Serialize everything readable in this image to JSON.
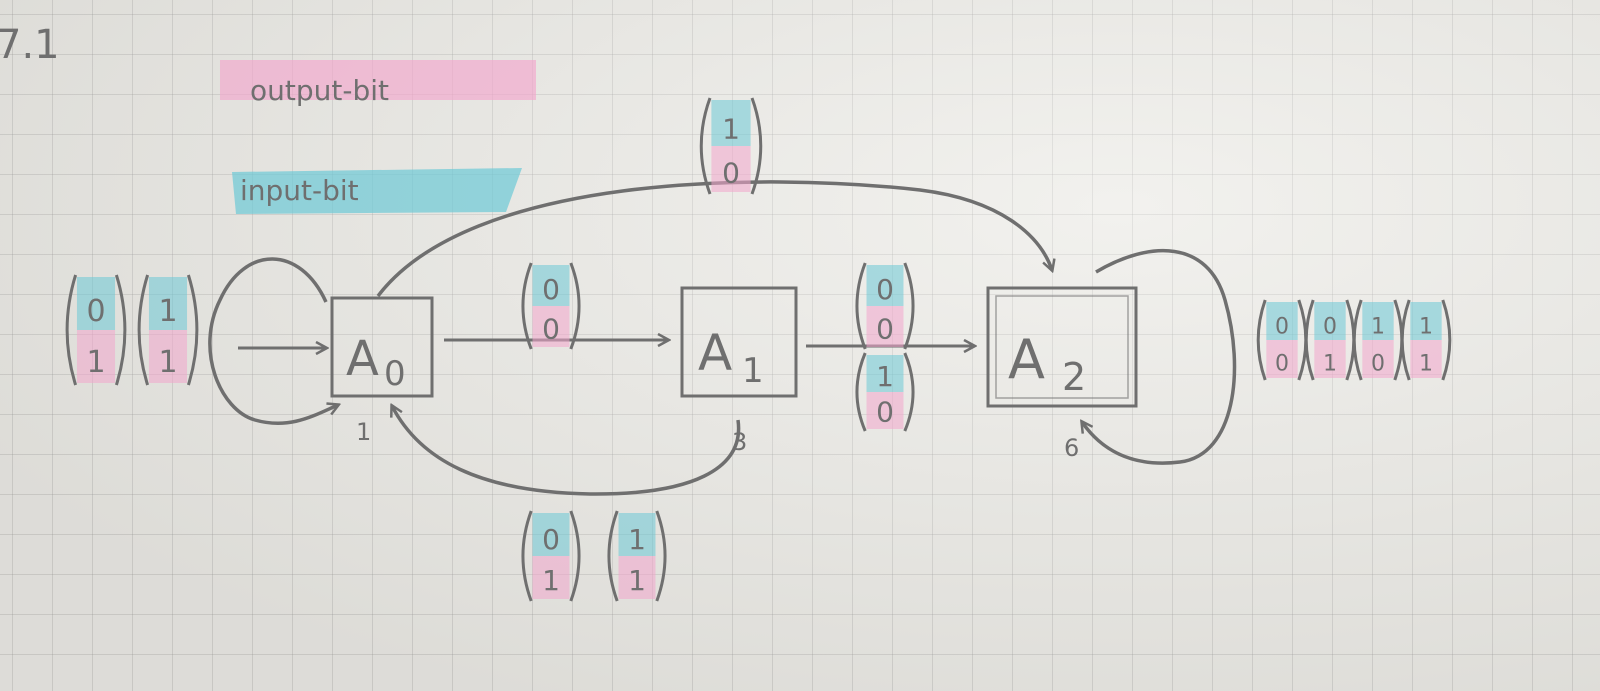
{
  "header": {
    "exercise": "7.1"
  },
  "legend": {
    "output": {
      "label": "output-bit",
      "color": "#f2a6cc"
    },
    "input": {
      "label": "input-bit",
      "color": "#6cc9d6"
    }
  },
  "states": [
    {
      "id": "A0",
      "letter": "A",
      "sub": "0",
      "value": "1"
    },
    {
      "id": "A1",
      "letter": "A",
      "sub": "1",
      "value": "3"
    },
    {
      "id": "A2",
      "letter": "A",
      "sub": "2",
      "value": "6"
    }
  ],
  "transitions": {
    "a0_self": [
      {
        "top": "0",
        "bottom": "1"
      },
      {
        "top": "1",
        "bottom": "1"
      }
    ],
    "a0_to_a1": [
      {
        "top": "0",
        "bottom": "0"
      }
    ],
    "a0_to_a2": [
      {
        "top": "1",
        "bottom": "0"
      }
    ],
    "a1_to_a2": [
      {
        "top": "0",
        "bottom": "0"
      },
      {
        "top": "1",
        "bottom": "0"
      }
    ],
    "a1_to_a0": [
      {
        "top": "0",
        "bottom": "1"
      },
      {
        "top": "1",
        "bottom": "1"
      }
    ],
    "a2_self": [
      {
        "top": "0",
        "bottom": "0"
      },
      {
        "top": "0",
        "bottom": "1"
      },
      {
        "top": "1",
        "bottom": "0"
      },
      {
        "top": "1",
        "bottom": "1"
      }
    ]
  },
  "colors": {
    "ink": "#6f6f6f",
    "paper": "#ebeae5"
  }
}
